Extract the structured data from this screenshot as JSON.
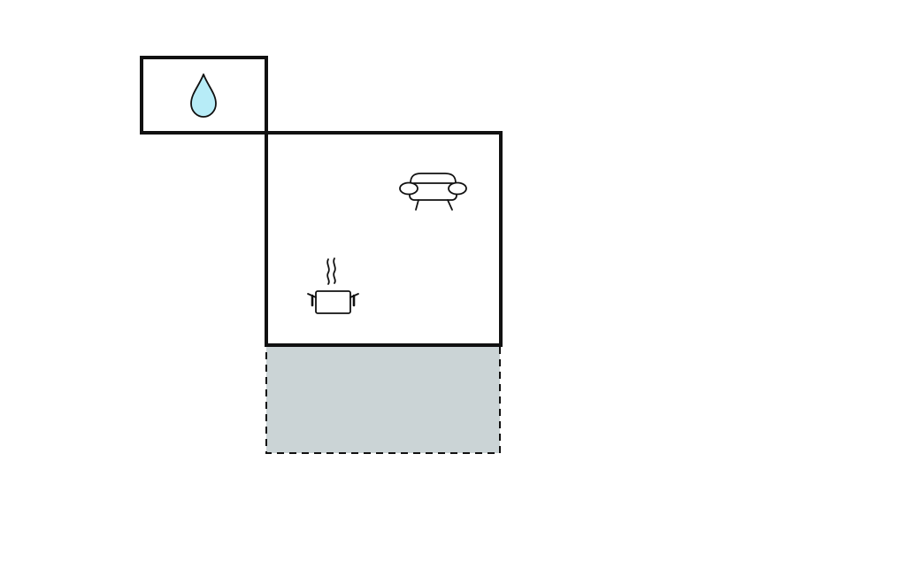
{
  "floorplan": {
    "rooms": [
      {
        "id": "bathroom",
        "icon": "water-drop-icon"
      },
      {
        "id": "living-kitchen",
        "icons": [
          "sofa-icon",
          "cooking-pot-icon"
        ]
      },
      {
        "id": "terrace",
        "style": "dashed-outline"
      }
    ],
    "colors": {
      "wall": "#111111",
      "terrace_fill": "#cbd4d6",
      "water_drop": "#b7ecf7",
      "background": "#ffffff"
    }
  }
}
